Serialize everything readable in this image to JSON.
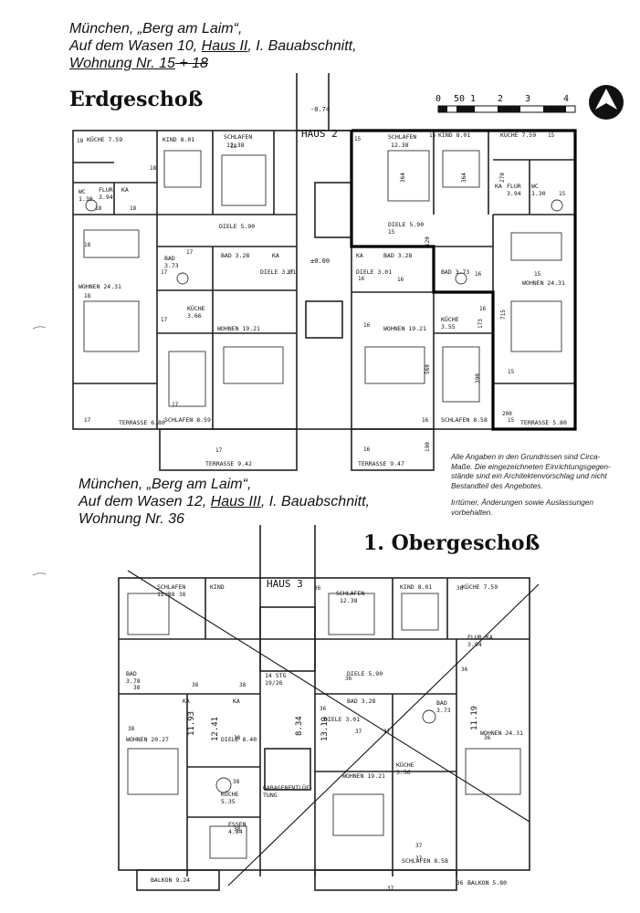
{
  "header_top": {
    "line1": "München, „Berg am Laim“,",
    "line2_a": "Auf dem Wasen 10, ",
    "line2_b": "Haus II",
    "line2_c": ", I. Bauabschnitt,",
    "line3_a": "Wohnung Nr. 15",
    "line3_b": " + 18"
  },
  "floor_top": "Erdgeschoß",
  "scale_labels": [
    "0",
    "50",
    "1",
    "2",
    "3",
    "4"
  ],
  "house_labels": {
    "top": "HAUS 2",
    "bottom": "HAUS 3"
  },
  "top_plan": {
    "level_a": "-0.74",
    "level_b": "±0.00",
    "rooms": [
      {
        "t": "KÜCHE 7.59"
      },
      {
        "t": "KIND 8.01"
      },
      {
        "t": "SCHLAFEN"
      },
      {
        "t": "12.38"
      },
      {
        "t": "WC"
      },
      {
        "t": "1.30"
      },
      {
        "t": "FLUR"
      },
      {
        "t": "3.94"
      },
      {
        "t": "KA"
      },
      {
        "t": "DIELE 5.90"
      },
      {
        "t": "BAD"
      },
      {
        "t": "3.73"
      },
      {
        "t": "BAD 3.28"
      },
      {
        "t": "KA"
      },
      {
        "t": "DIELE 3.01"
      },
      {
        "t": "WOHNEN 24.31"
      },
      {
        "t": "KÜCHE"
      },
      {
        "t": "3.66"
      },
      {
        "t": "WOHNEN 19.21"
      },
      {
        "t": "SCHLAFEN 8.59"
      },
      {
        "t": "TERRASSE 6.80"
      },
      {
        "t": "TERRASSE 9.42"
      },
      {
        "t": "SCHLAFEN"
      },
      {
        "t": "12.38"
      },
      {
        "t": "KIND 8.01"
      },
      {
        "t": "KÜCHE 7.59"
      },
      {
        "t": "KA"
      },
      {
        "t": "FLUR"
      },
      {
        "t": "3.94"
      },
      {
        "t": "WC"
      },
      {
        "t": "1.30"
      },
      {
        "t": "DIELE 5.90"
      },
      {
        "t": "KA"
      },
      {
        "t": "BAD 3.28"
      },
      {
        "t": "DIELE 3.01"
      },
      {
        "t": "BAD 3.73"
      },
      {
        "t": "WOHNEN 24.31"
      },
      {
        "t": "WOHNEN 19.21"
      },
      {
        "t": "KÜCHE"
      },
      {
        "t": "3.55"
      },
      {
        "t": "SCHLAFEN 8.58"
      },
      {
        "t": "TERRASSE 5.80"
      },
      {
        "t": "TERRASSE 9.47"
      }
    ],
    "numbers": [
      "18",
      "18",
      "18",
      "18",
      "18",
      "18",
      "18",
      "17",
      "17",
      "17",
      "17",
      "17",
      "17",
      "17",
      "15",
      "15",
      "15",
      "15",
      "15",
      "15",
      "15",
      "15",
      "16",
      "16",
      "16",
      "16",
      "16",
      "16",
      "16"
    ],
    "dims": [
      "364",
      "364",
      "270",
      "120",
      "715",
      "560",
      "390",
      "190",
      "200",
      "173"
    ]
  },
  "notes": {
    "line1": "Alle Angaben in den Grundrissen sind Circa-",
    "line2": "Maße. Die eingezeichneten Einrichtungsgegen-",
    "line3": "stände sind ein Architektenvorschlag und nicht",
    "line4": "Bestandteil des Angebotes.",
    "line5": "Irrtümer, Änderungen sowie Auslassungen",
    "line6": "vorbehalten."
  },
  "header_bottom": {
    "line1": "München, „Berg am Laim“,",
    "line2_a": "Auf dem Wasen 12, ",
    "line2_b": "Haus III",
    "line2_c": ", I. Bauabschnitt,",
    "line3": "Wohnung Nr. 36"
  },
  "floor_bottom": "1. Obergeschoß",
  "bottom_plan": {
    "rooms": [
      {
        "t": "SCHLAFEN"
      },
      {
        "t": "12.38"
      },
      {
        "t": "KIND"
      },
      {
        "t": "SCHLAFEN"
      },
      {
        "t": "12.38"
      },
      {
        "t": "KIND 8.01"
      },
      {
        "t": "KÜCHE 7.59"
      },
      {
        "t": "FLUR"
      },
      {
        "t": "3.94"
      },
      {
        "t": "KA"
      },
      {
        "t": "BAD"
      },
      {
        "t": "3.78"
      },
      {
        "t": "KA"
      },
      {
        "t": "KA"
      },
      {
        "t": "14 STG"
      },
      {
        "t": "19/26"
      },
      {
        "t": "DIELE 5.90"
      },
      {
        "t": "BAD 3.28"
      },
      {
        "t": "BAD"
      },
      {
        "t": "3.73"
      },
      {
        "t": "DIELE 3.01"
      },
      {
        "t": "DIELE 8.40"
      },
      {
        "t": "WOHNEN 20.27"
      },
      {
        "t": "WOHNEN 24.31"
      },
      {
        "t": "KÜCHE"
      },
      {
        "t": "3.56"
      },
      {
        "t": "WOHNEN 19.21"
      },
      {
        "t": "KÜCHE"
      },
      {
        "t": "5.35"
      },
      {
        "t": "ESSEN"
      },
      {
        "t": "4.84"
      },
      {
        "t": "GARAGENENTLÜF-"
      },
      {
        "t": "TUNG"
      },
      {
        "t": "SCHLAFEN 8.58"
      },
      {
        "t": "BALKON 9.24"
      },
      {
        "t": "BALKON 5.80"
      }
    ],
    "numbers": [
      "38",
      "38",
      "38",
      "38",
      "38",
      "38",
      "38",
      "38",
      "36",
      "36",
      "36",
      "36",
      "37",
      "37",
      "37",
      "37",
      "36",
      "36",
      "36",
      "37"
    ],
    "dims": [
      "11.93",
      "12.41",
      "8.34",
      "13.19",
      "11.19"
    ]
  }
}
